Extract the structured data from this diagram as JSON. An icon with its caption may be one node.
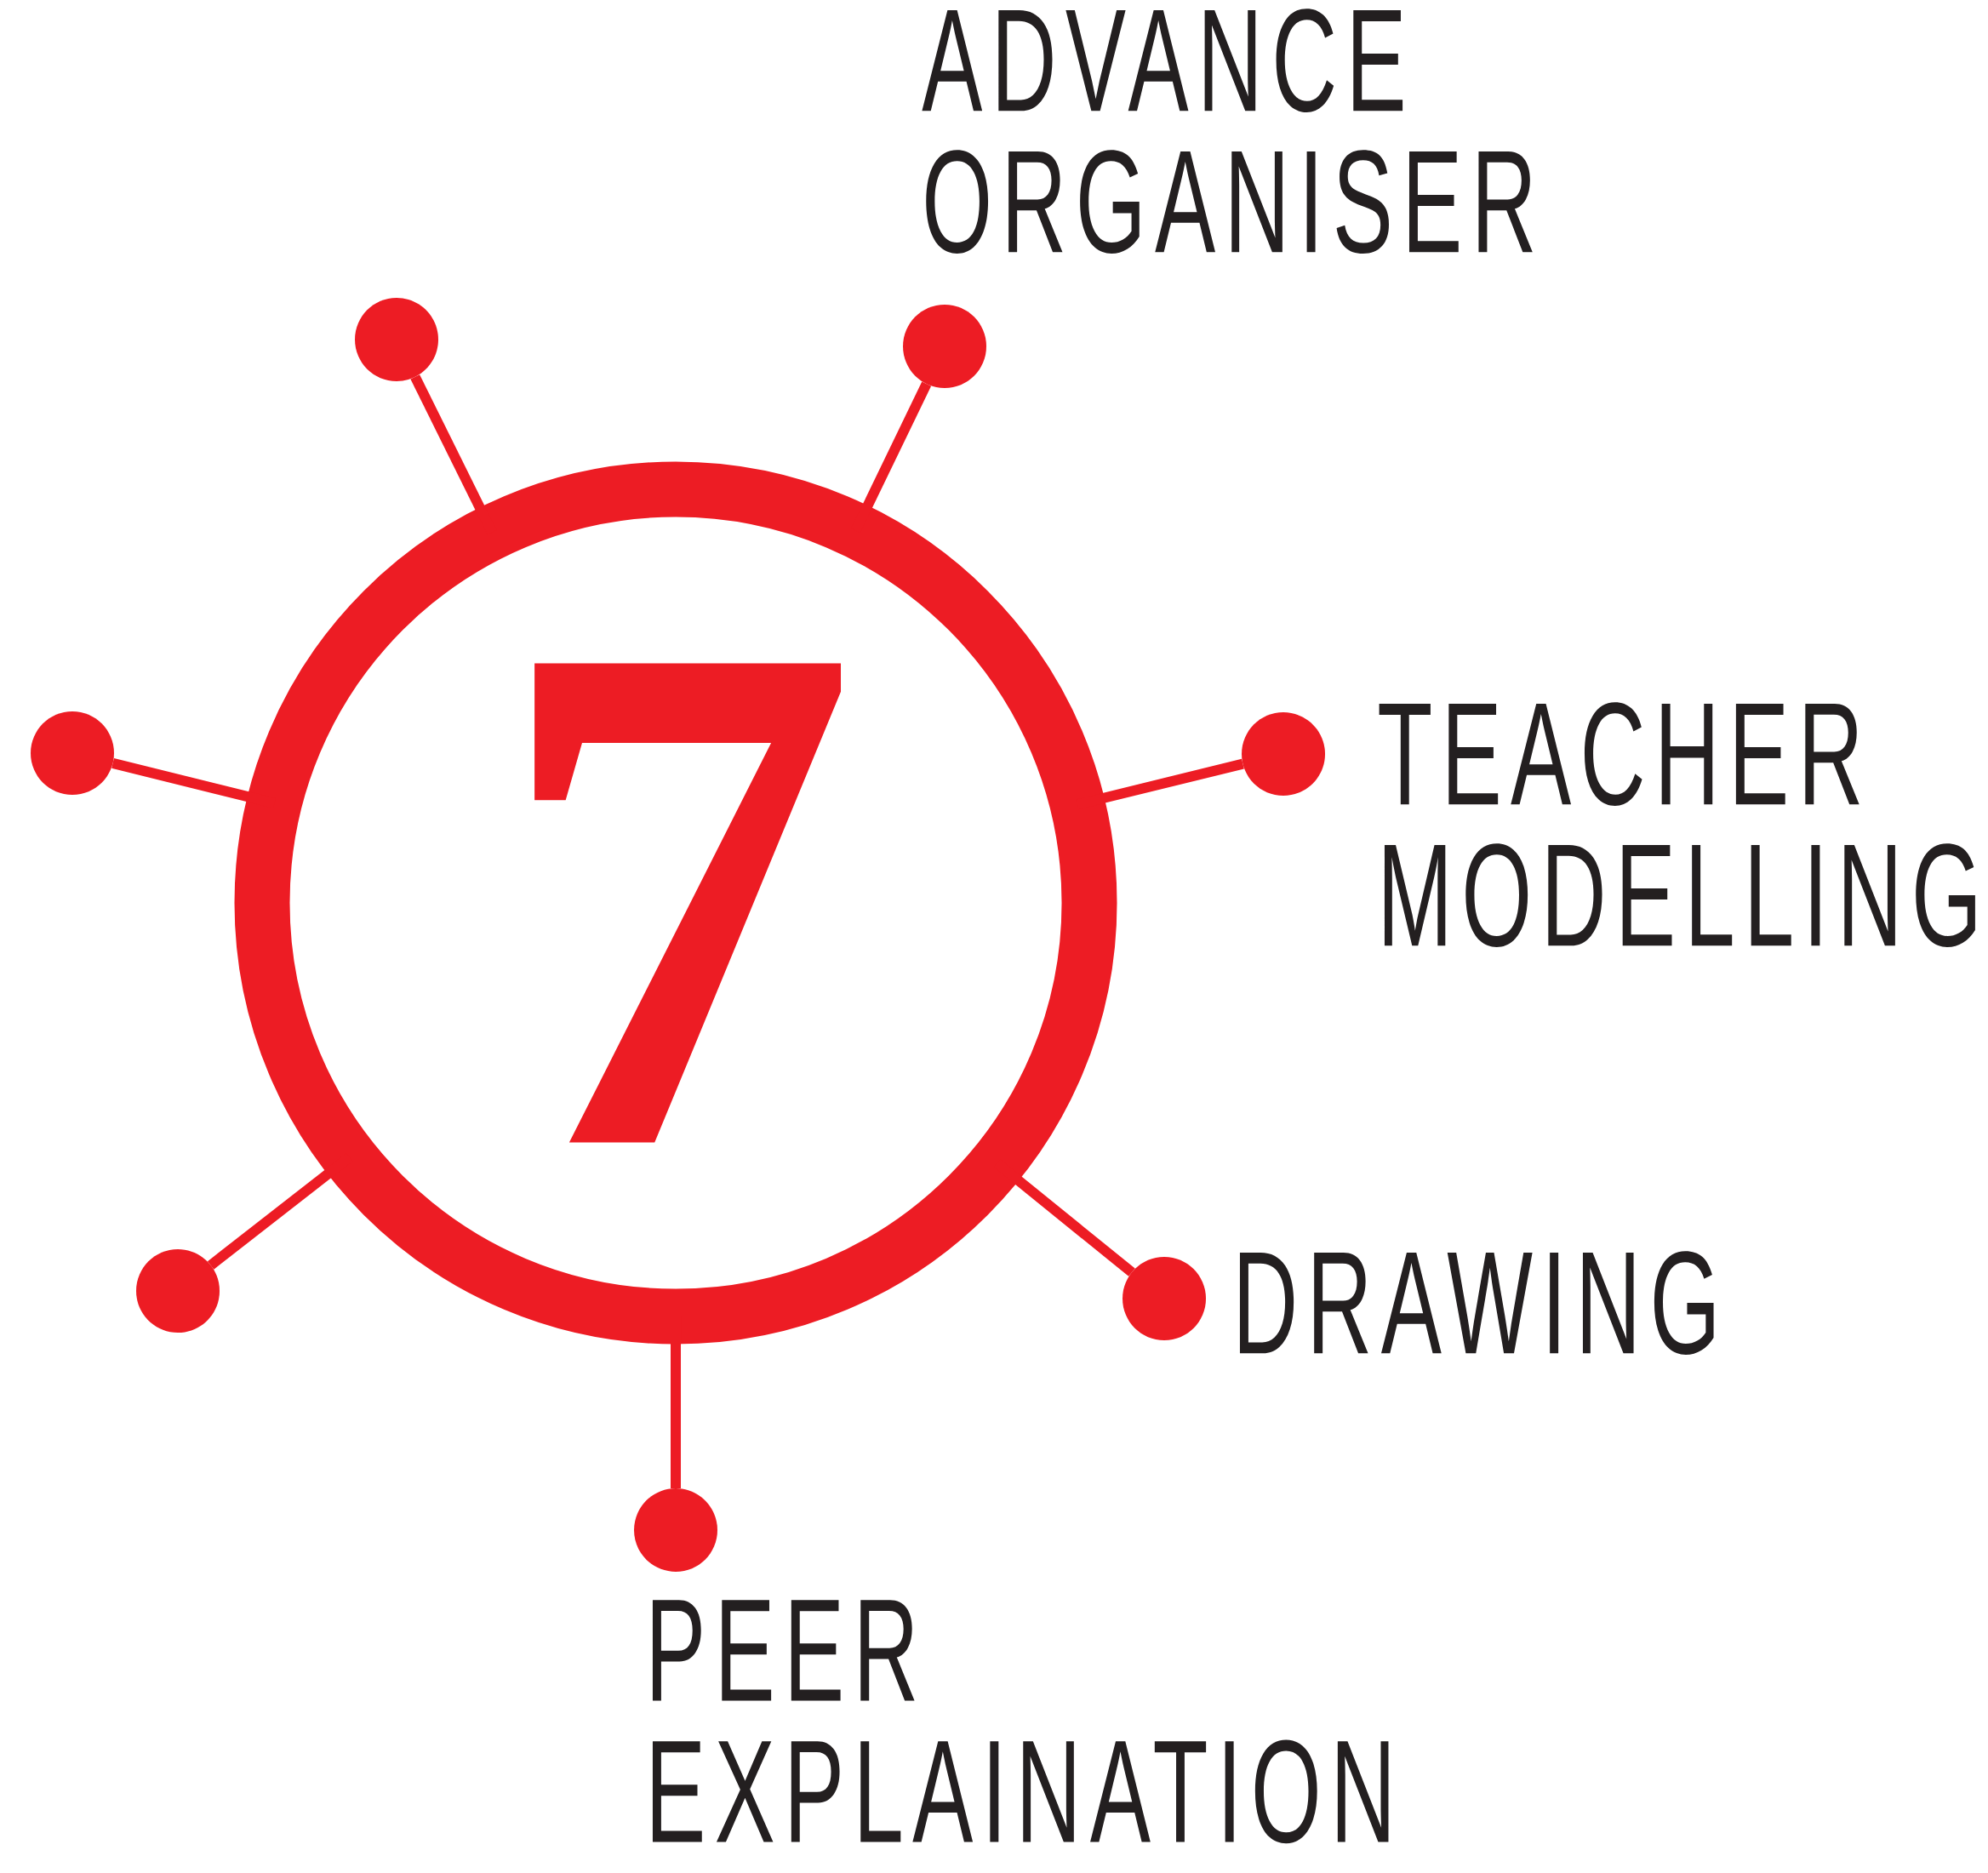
{
  "diagram": {
    "nodes": [
      {
        "text": [
          "7"
        ]
      },
      {
        "text": [],
        "shape": "circle"
      },
      {
        "text": [],
        "shape": "circle",
        "beside": [
          "ADVANCE ORGANISER"
        ]
      },
      {
        "text": [],
        "shape": "circle"
      },
      {
        "text": [],
        "shape": "circle",
        "beside": [
          "TEACHER MODELLING"
        ]
      },
      {
        "text": [],
        "shape": "circle"
      },
      {
        "text": [],
        "shape": "circle",
        "beside": [
          "DRAWING"
        ]
      },
      {
        "text": [],
        "shape": "circle",
        "beside": [
          "PEER EXPLAINATION"
        ]
      }
    ],
    "edges": [
      {
        "from": 0,
        "to": 1,
        "arrow": "none"
      },
      {
        "from": 0,
        "to": 2,
        "arrow": "none"
      },
      {
        "from": 0,
        "to": 3,
        "arrow": "none"
      },
      {
        "from": 0,
        "to": 4,
        "arrow": "none"
      },
      {
        "from": 0,
        "to": 5,
        "arrow": "none"
      },
      {
        "from": 0,
        "to": 6,
        "arrow": "none"
      },
      {
        "from": 0,
        "to": 7,
        "arrow": "none"
      }
    ]
  }
}
